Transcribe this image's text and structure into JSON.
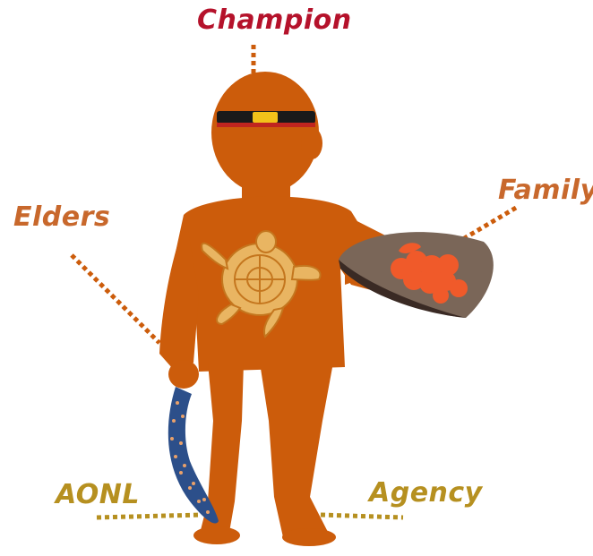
{
  "labels": {
    "champion": "Champion",
    "family": "Family",
    "elders": "Elders",
    "aonl": "AONL",
    "agency": "Agency"
  },
  "colors": {
    "champion": "#b5122b",
    "family": "#c8682c",
    "elders": "#c8682c",
    "aonl": "#b69020",
    "agency": "#b69020",
    "figure": "#cc5c0b",
    "headband_black": "#1a1a1a",
    "headband_red": "#c0251f",
    "headband_yellow": "#f2c21a",
    "turtle": "#e9b562",
    "turtle_line": "#c4761e",
    "plate": "#7a6658",
    "plate_dark": "#3a2a24",
    "fruit": "#f05a2a",
    "boomerang": "#2c4f8a",
    "boomerang_dots": "#e9a16a"
  },
  "icons": {
    "figure": "child-silhouette-icon",
    "turtle": "turtle-icon",
    "plate": "fruit-plate-icon",
    "boomerang": "boomerang-icon"
  }
}
